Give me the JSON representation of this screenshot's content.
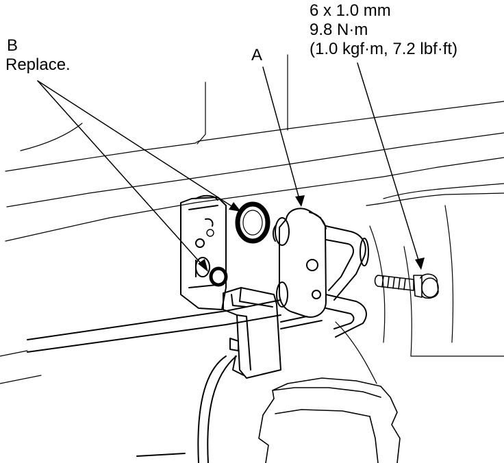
{
  "callouts": {
    "b": {
      "letter": "B",
      "note": "Replace."
    },
    "a": {
      "letter": "A"
    },
    "bolt_spec": {
      "size": "6 x 1.0 mm",
      "torque": "9.8 N·m",
      "torque_alt": "(1.0 kgf·m, 7.2 lbf·ft)"
    }
  },
  "colors": {
    "ink": "#000000",
    "paper": "#ffffff"
  }
}
